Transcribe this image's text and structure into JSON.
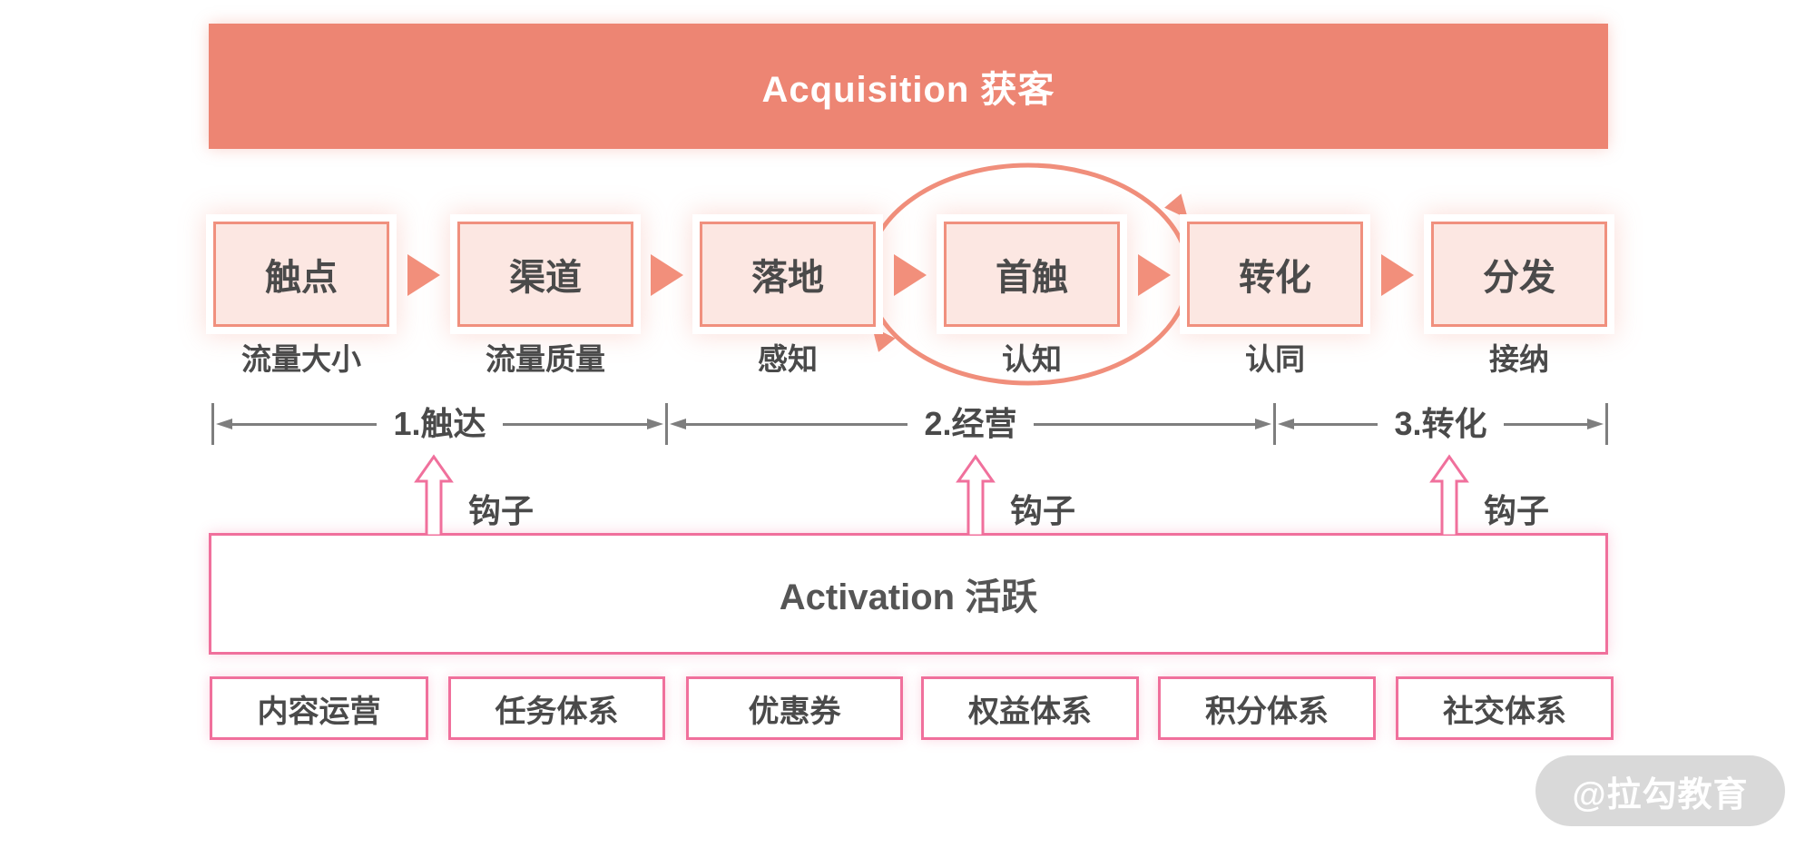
{
  "banner": {
    "title": "Acquisition 获客"
  },
  "flow": {
    "stages": [
      {
        "label": "触点",
        "sublabel": "流量大小"
      },
      {
        "label": "渠道",
        "sublabel": "流量质量"
      },
      {
        "label": "落地",
        "sublabel": "感知"
      },
      {
        "label": "首触",
        "sublabel": "认知"
      },
      {
        "label": "转化",
        "sublabel": "认同"
      },
      {
        "label": "分发",
        "sublabel": "接纳"
      }
    ]
  },
  "phases": [
    {
      "label": "1.触达"
    },
    {
      "label": "2.经营"
    },
    {
      "label": "3.转化"
    }
  ],
  "hooks": [
    {
      "label": "钩子"
    },
    {
      "label": "钩子"
    },
    {
      "label": "钩子"
    }
  ],
  "activation": {
    "title": "Activation 活跃"
  },
  "systems": [
    {
      "label": "内容运营"
    },
    {
      "label": "任务体系"
    },
    {
      "label": "优惠券"
    },
    {
      "label": "权益体系"
    },
    {
      "label": "积分体系"
    },
    {
      "label": "社交体系"
    }
  ],
  "watermark": {
    "label": "@拉勾教育"
  },
  "colors": {
    "salmon": "#ED8573",
    "salmon-border": "#F0907E",
    "salmon-fill": "#FCE7E2",
    "arrow-salmon": "#F28F7B",
    "pink": "#F0709C",
    "text-dark": "#4A4A4A",
    "dim-gray": "#7E7E7E",
    "watermark-bg": "#D9D9D9"
  }
}
